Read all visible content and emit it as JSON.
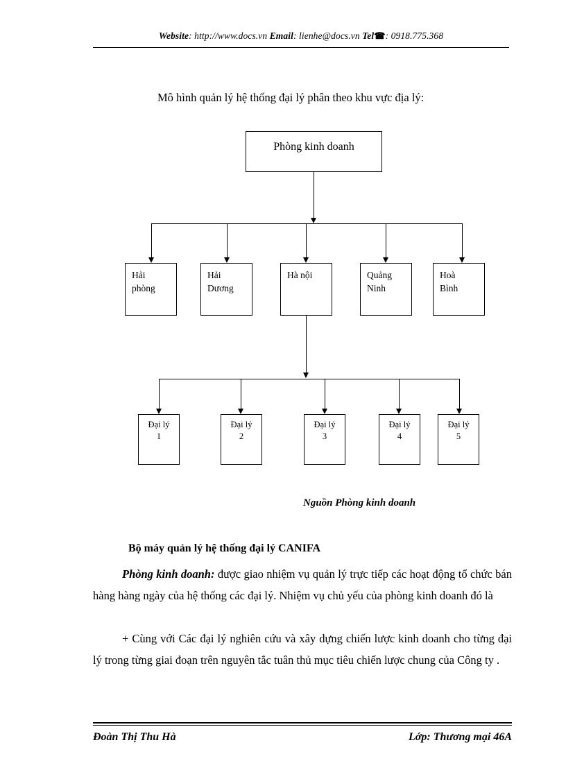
{
  "header": {
    "website_label": "Website",
    "website_value": ": http://www.docs.vn",
    "email_label": "Email",
    "email_value": ": lienhe@docs.vn",
    "tel_label": "Tel",
    "phone_icon": "☎",
    "tel_value": ": 0918.775.368"
  },
  "intro": {
    "text": "Mô hình quản lý hệ thống đại lý phân theo khu vực địa lý:"
  },
  "diagram": {
    "root": {
      "label": "Phòng kinh doanh"
    },
    "regions": [
      {
        "line1": "Hải",
        "line2": "phòng"
      },
      {
        "line1": "Hải",
        "line2": "Dương"
      },
      {
        "line1": "Hà nội",
        "line2": ""
      },
      {
        "line1": "Quảng",
        "line2": "Ninh"
      },
      {
        "line1": "Hoà",
        "line2": "Bình"
      }
    ],
    "agents": [
      {
        "line1": "Đại lý",
        "line2": "1"
      },
      {
        "line1": "Đại lý",
        "line2": "2"
      },
      {
        "line1": "Đại lý",
        "line2": "3"
      },
      {
        "line1": "Đại lý",
        "line2": "4"
      },
      {
        "line1": "Đại lý",
        "line2": "5"
      }
    ]
  },
  "source_caption": "Nguồn Phòng kinh doanh",
  "section_heading": "Bộ máy quản lý hệ thống đại lý CANIFA",
  "paragraphs": {
    "p1_lead": "Phòng kinh doanh:",
    "p1_rest": " được giao nhiệm vụ quản lý trực tiếp các hoạt động tổ chức bán hàng hàng ngày của hệ thống các đại lý. Nhiệm vụ chủ yếu của phòng kinh doanh đó là",
    "p2": "+ Cùng với Các đại lý nghiên cứu và xây dựng chiến lược kinh doanh cho từng đại lý trong từng giai đoạn trên nguyên tắc tuân thủ mục tiêu chiến lược chung của Công ty ."
  },
  "footer": {
    "left": "Đoàn Thị Thu Hà",
    "right": "Lớp: Thương mại 46A"
  }
}
